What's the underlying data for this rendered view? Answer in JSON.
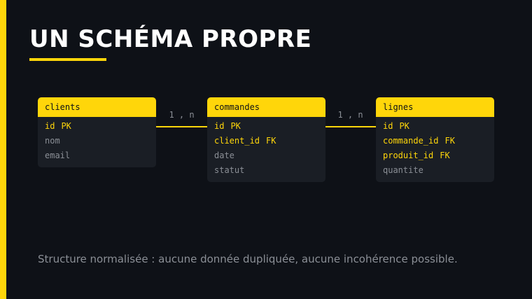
{
  "title": "UN SCHÉMA PROPRE",
  "tables": [
    {
      "name": "clients",
      "fields": [
        {
          "name": "id",
          "key": "PK"
        },
        {
          "name": "nom",
          "key": ""
        },
        {
          "name": "email",
          "key": ""
        }
      ]
    },
    {
      "name": "commandes",
      "fields": [
        {
          "name": "id",
          "key": "PK"
        },
        {
          "name": "client_id",
          "key": "FK"
        },
        {
          "name": "date",
          "key": ""
        },
        {
          "name": "statut",
          "key": ""
        }
      ]
    },
    {
      "name": "lignes",
      "fields": [
        {
          "name": "id",
          "key": "PK"
        },
        {
          "name": "commande_id",
          "key": "FK"
        },
        {
          "name": "produit_id",
          "key": "FK"
        },
        {
          "name": "quantite",
          "key": ""
        }
      ]
    }
  ],
  "relations": [
    {
      "from": "clients",
      "to": "commandes",
      "label": "1 , n"
    },
    {
      "from": "commandes",
      "to": "lignes",
      "label": "1 , n"
    }
  ],
  "caption": "Structure normalisée : aucune donnée dupliquée, aucune incohérence possible.",
  "colors": {
    "background": "#0e1117",
    "accent": "#ffd60a",
    "card": "#1a1e25",
    "muted": "#8b8f96",
    "title": "#ffffff"
  }
}
